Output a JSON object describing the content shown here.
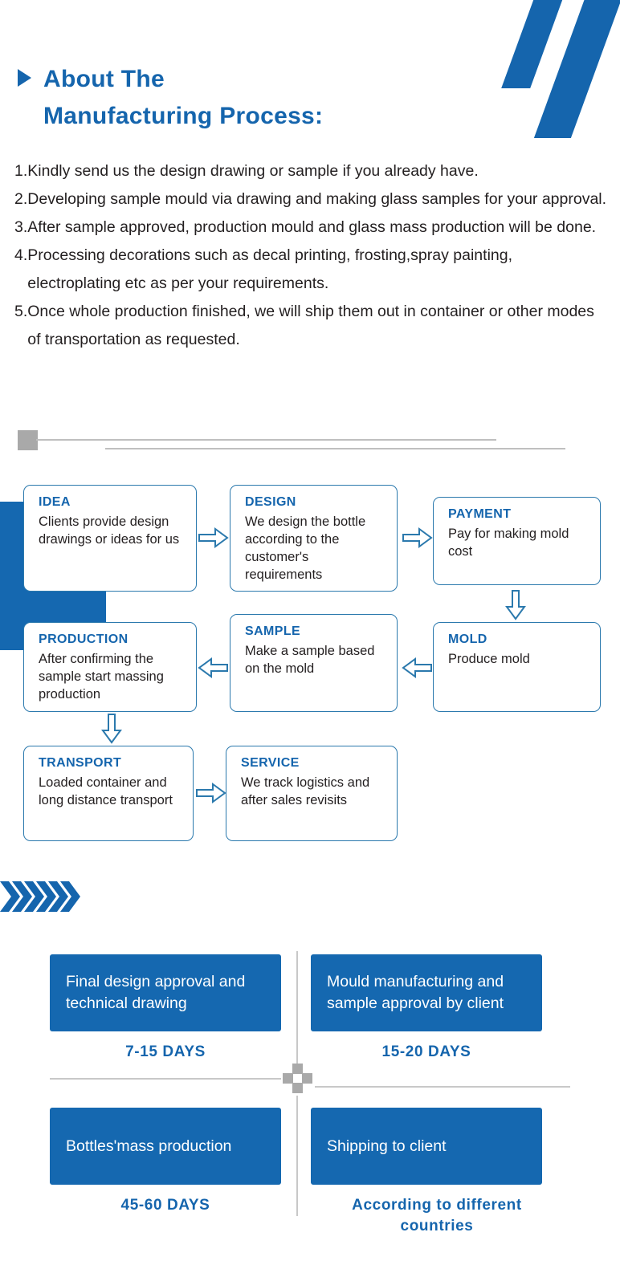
{
  "header": {
    "title_line1": "About The",
    "title_line2": "Manufacturing Process:",
    "accent_color": "#1565ad"
  },
  "steps": [
    {
      "num": "1.",
      "text": "Kindly send us the design drawing or sample if you already have."
    },
    {
      "num": "2.",
      "text": "Developing sample mould via drawing and making glass samples for your approval."
    },
    {
      "num": "3.",
      "text": "After sample approved, production mould and glass mass production will be done."
    },
    {
      "num": "4.",
      "text": "Processing decorations such as decal printing, frosting,spray painting, electroplating etc as per your requirements."
    },
    {
      "num": "5.",
      "text": "Once whole production finished, we will ship them out in container or other modes of transportation as requested."
    }
  ],
  "flow": {
    "cards": [
      {
        "title": "IDEA",
        "body": "Clients provide design drawings or ideas for us"
      },
      {
        "title": "DESIGN",
        "body": "We design the bottle according to the customer's requirements"
      },
      {
        "title": "PAYMENT",
        "body": "Pay for making mold cost"
      },
      {
        "title": "MOLD",
        "body": "Produce mold"
      },
      {
        "title": "SAMPLE",
        "body": "Make a sample based on the mold"
      },
      {
        "title": "PRODUCTION",
        "body": "After confirming the sample start massing production"
      },
      {
        "title": "TRANSPORT",
        "body": "Loaded container and long distance transport"
      },
      {
        "title": "SERVICE",
        "body": "We track logistics and after sales revisits"
      }
    ]
  },
  "timeline": {
    "cells": [
      {
        "label": "Final design approval and technical drawing",
        "days": "7-15 DAYS"
      },
      {
        "label": "Mould manufacturing and sample approval by client",
        "days": "15-20 DAYS"
      },
      {
        "label": "Bottles'mass production",
        "days": "45-60 DAYS"
      },
      {
        "label": "Shipping to client",
        "days": "According to different countries"
      }
    ]
  },
  "colors": {
    "brand_blue": "#1568b0",
    "heading_blue": "#1565ad",
    "card_border": "#2b79ad",
    "divider_gray": "#bfbfbf"
  }
}
